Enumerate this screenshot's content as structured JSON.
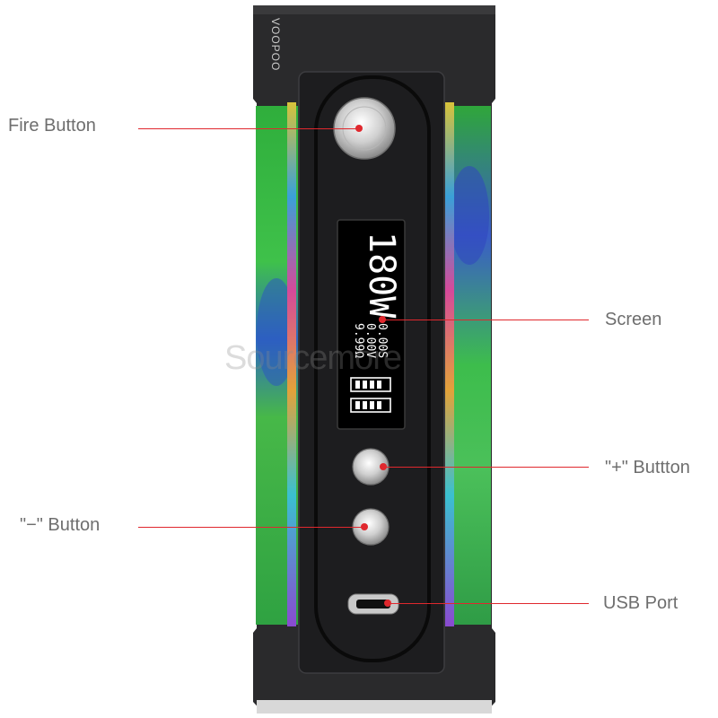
{
  "labels": {
    "fire_button": "Fire Button",
    "screen": "Screen",
    "plus_button": "\"+\" Buttton",
    "minus_button": "\"−\" Button",
    "usb_port": "USB Port"
  },
  "device": {
    "brand": "VOOPOO",
    "screen": {
      "wattage": "180W",
      "resistance": "9.99Ω",
      "voltage": "0.00V",
      "time": "0.00S"
    }
  },
  "watermark": "Sourcemore",
  "colors": {
    "leader": "#e0282e",
    "label": "#6e6e6e",
    "body": "#2a2a2c"
  }
}
